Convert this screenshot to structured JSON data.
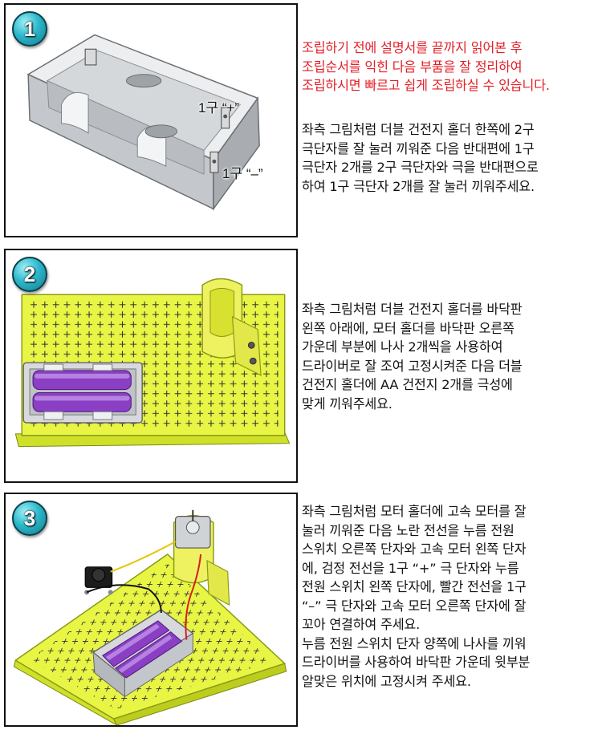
{
  "steps": [
    {
      "number": "1",
      "callouts": {
        "plus": "1구 “+”",
        "minus": "1구 “–”"
      },
      "note": "조립하기 전에 설명서를 끝까지 읽어본 후\n조립순서를 익힌 다음 부품을 잘 정리하여\n조립하시면 빠르고 쉽게 조립하실 수 있습니다.",
      "instruction": "좌측 그림처럼 더블 건전지 홀더 한쪽에 2구\n극단자를 잘 눌러 끼워준 다음 반대편에 1구\n극단자 2개를 2구 극단자와 극을 반대편으로\n하여 1구 극단자 2개를 잘 눌러 끼워주세요."
    },
    {
      "number": "2",
      "instruction": "좌측 그림처럼 더블 건전지 홀더를 바닥판\n왼쪽 아래에, 모터 홀더를 바닥판 오른쪽\n가운데 부분에 나사 2개씩을 사용하여\n드라이버로 잘 조여 고정시켜준 다음 더블\n건전지 홀더에 AA 건전지 2개를 극성에\n맞게 끼워주세요."
    },
    {
      "number": "3",
      "instruction": "좌측 그림처럼 모터 홀더에 고속 모터를 잘\n눌러 끼워준 다음 노란 전선을 누름 전원\n스위치 오른쪽 단자와 고속 모터 왼쪽 단자\n에, 검정 전선을 1구 “+” 극 단자와 누름\n전원 스위치 왼쪽 단자에, 빨간 전선을 1구\n“–” 극 단자와 고속 모터 오른쪽 단자에 잘\n꼬아 연결하여 주세요.\n누름 전원 스위치 단자 양쪽에 나사를 끼워\n드라이버를 사용하여 바닥판 가운데 윗부분\n알맞은 위치에 고정시켜 주세요."
    }
  ],
  "colors": {
    "note_red": "#e41e26",
    "board_yellow": "#e8f545",
    "battery_purple": "#8a3fc4",
    "badge_teal": "#2cb8cc"
  }
}
